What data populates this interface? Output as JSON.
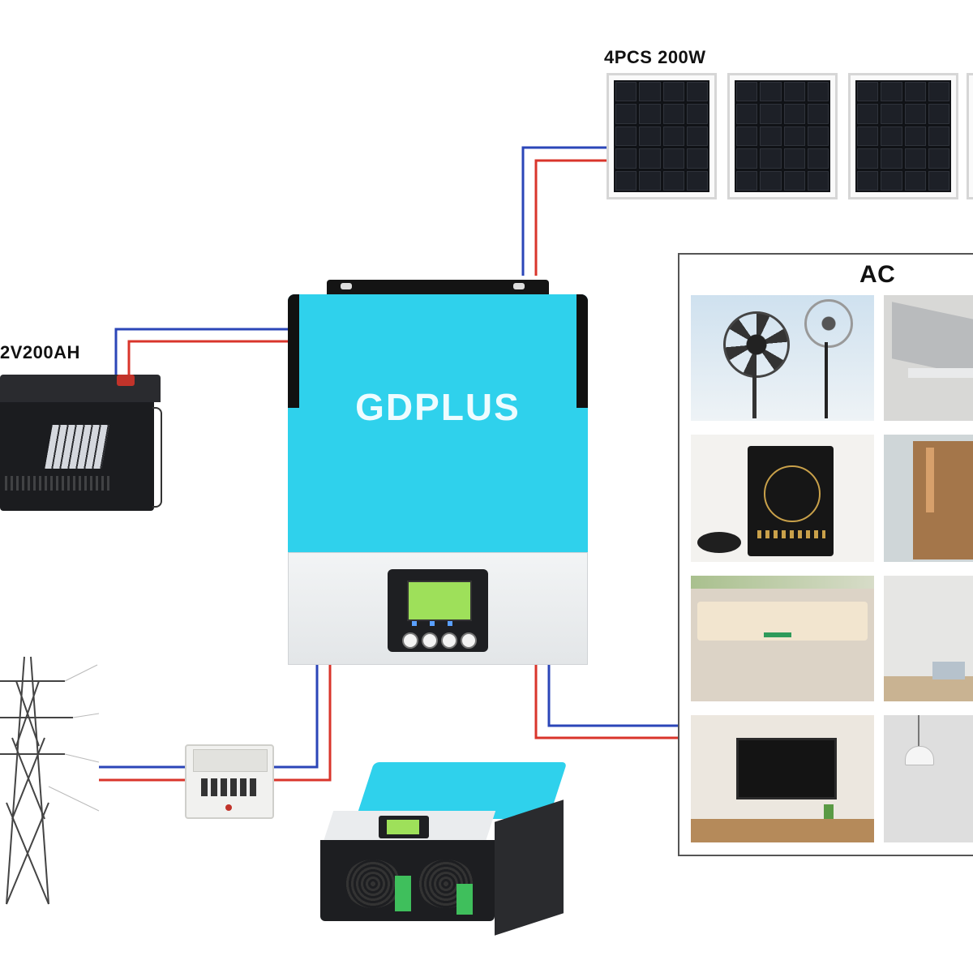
{
  "labels": {
    "solar": "4PCS 200W",
    "battery": "2V200AH",
    "ac": "AC",
    "brand": "GDPLUS"
  },
  "colors": {
    "wire_positive": "#d9352b",
    "wire_negative": "#2b46b8",
    "inverter_accent": "#2fd1ec",
    "lcd_screen": "#9ee05a"
  },
  "icons": {
    "solar_panel": "solar-panel-icon",
    "battery": "battery-icon",
    "inverter": "inverter-icon",
    "pylon": "power-pylon-icon",
    "breaker": "breaker-box-icon",
    "fan": "fan-icon",
    "laptop": "laptop-icon",
    "induction_cooker": "induction-cooker-icon",
    "fridge": "fridge-icon",
    "air_conditioner": "air-conditioner-icon",
    "tv": "tv-icon",
    "lamp": "lamp-icon"
  }
}
